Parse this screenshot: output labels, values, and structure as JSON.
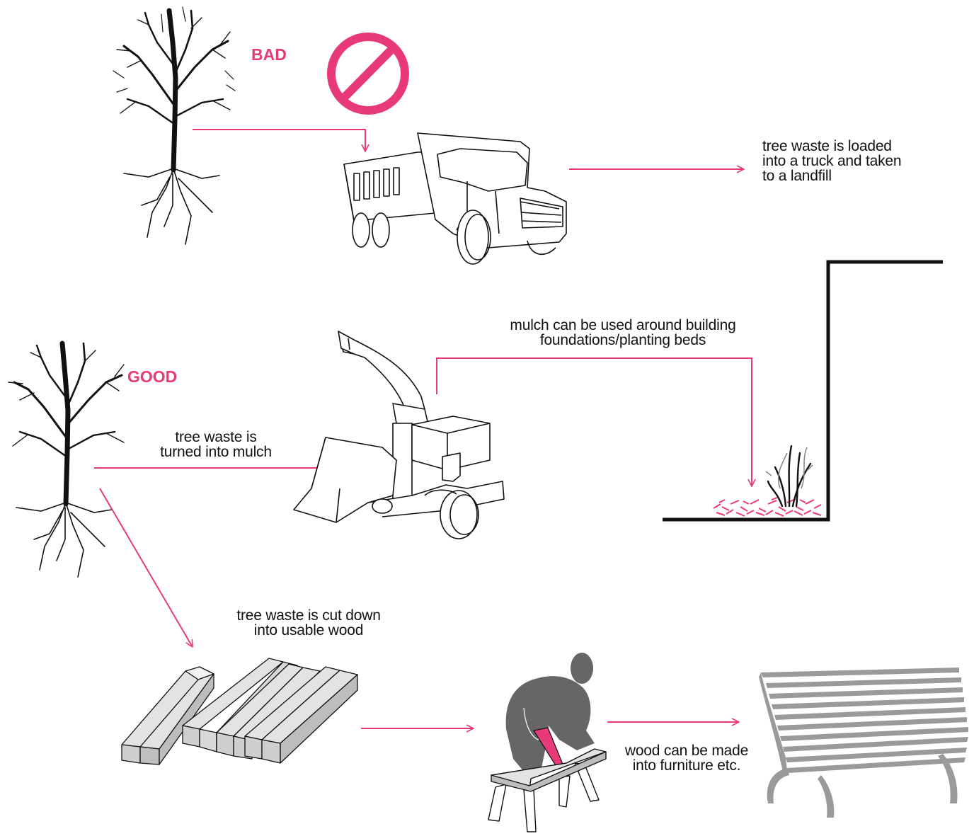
{
  "colors": {
    "accent": "#e8397a",
    "ink": "#111111",
    "figure": "#666666",
    "wood_fill": "#d9d9d9",
    "bench_slat": "#9a9a9a"
  },
  "bad": {
    "tag": "BAD",
    "prohibited_symbol": "no-symbol-icon",
    "caption": [
      "tree waste is loaded",
      "into a truck and taken",
      "to a landfill"
    ]
  },
  "good": {
    "tag": "GOOD",
    "mulch_caption": [
      "tree waste is",
      "turned into mulch"
    ],
    "foundation_caption": [
      "mulch can be used around building",
      "foundations/planting beds"
    ],
    "wood_caption": [
      "tree waste is cut down",
      "into usable wood"
    ],
    "furniture_caption": [
      "wood can be made",
      "into furniture etc."
    ]
  },
  "icons": [
    "tree-icon",
    "dump-truck-icon",
    "wood-chipper-icon",
    "building-wall-icon",
    "mulch-plant-icon",
    "lumber-icon",
    "person-sawing-icon",
    "bench-icon"
  ]
}
